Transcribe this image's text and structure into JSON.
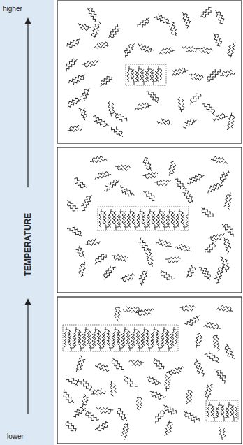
{
  "diagram": {
    "labels": [
      "higher",
      "TEMPERATURE",
      "lower"
    ]
  }
}
